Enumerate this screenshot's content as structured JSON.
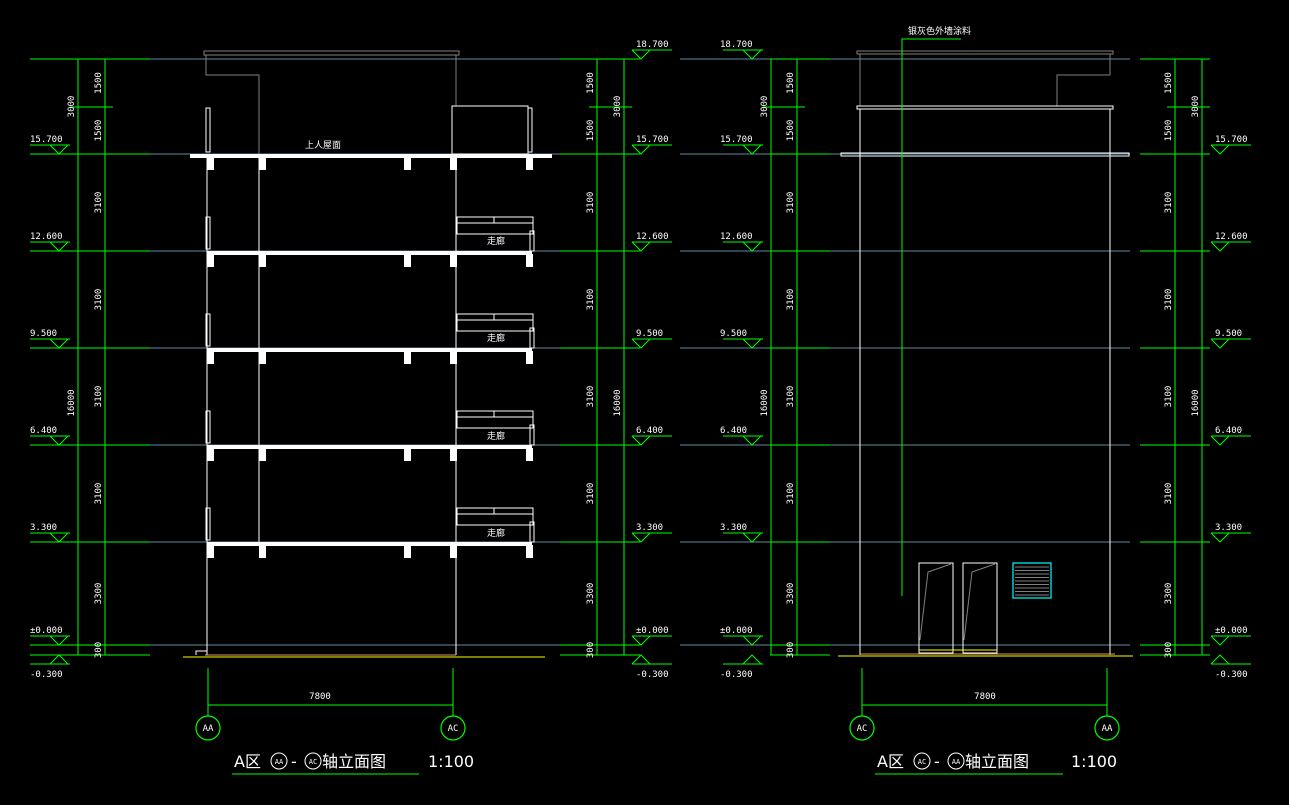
{
  "colors": {
    "background": "#000000",
    "dimension": "#00ff00",
    "structure": "#ffffff",
    "gridline": "#5f8aa0",
    "parapet": "#808080",
    "ground": "#ffff00",
    "ground_alt": "#d9a066",
    "vent": "#00ffff"
  },
  "elevations": [
    "18.700",
    "15.700",
    "12.600",
    "9.500",
    "6.400",
    "3.300",
    "±0.000",
    "-0.300"
  ],
  "left_view": {
    "title_prefix": "A区",
    "axis_from": "AA",
    "axis_to": "AC",
    "title_suffix": "轴立面图",
    "scale": "1:100",
    "span_dimension": "7800",
    "roof_label": "上人屋面",
    "corridor_label": "走廊",
    "left_dims_segment": [
      "1500",
      "1500",
      "3100",
      "3100",
      "3100",
      "3100",
      "3300",
      "300"
    ],
    "left_dims_total": [
      "3000",
      "16000"
    ],
    "right_dims_segment": [
      "1500",
      "1500",
      "3100",
      "3100",
      "3100",
      "3100",
      "3300",
      "300"
    ],
    "right_dims_total": [
      "3000",
      "16000"
    ]
  },
  "right_view": {
    "title_prefix": "A区",
    "axis_from": "AC",
    "axis_to": "AA",
    "title_suffix": "轴立面图",
    "scale": "1:100",
    "span_dimension": "7800",
    "material_note": "银灰色外墙涂料",
    "left_dims_segment": [
      "1500",
      "1500",
      "3100",
      "3100",
      "3100",
      "3100",
      "3300",
      "300"
    ],
    "left_dims_total": [
      "3000",
      "16000"
    ],
    "right_dims_segment": [
      "1500",
      "1500",
      "3100",
      "3100",
      "3100",
      "3100",
      "3300",
      "300"
    ],
    "right_dims_total": [
      "3000",
      "16000"
    ]
  }
}
